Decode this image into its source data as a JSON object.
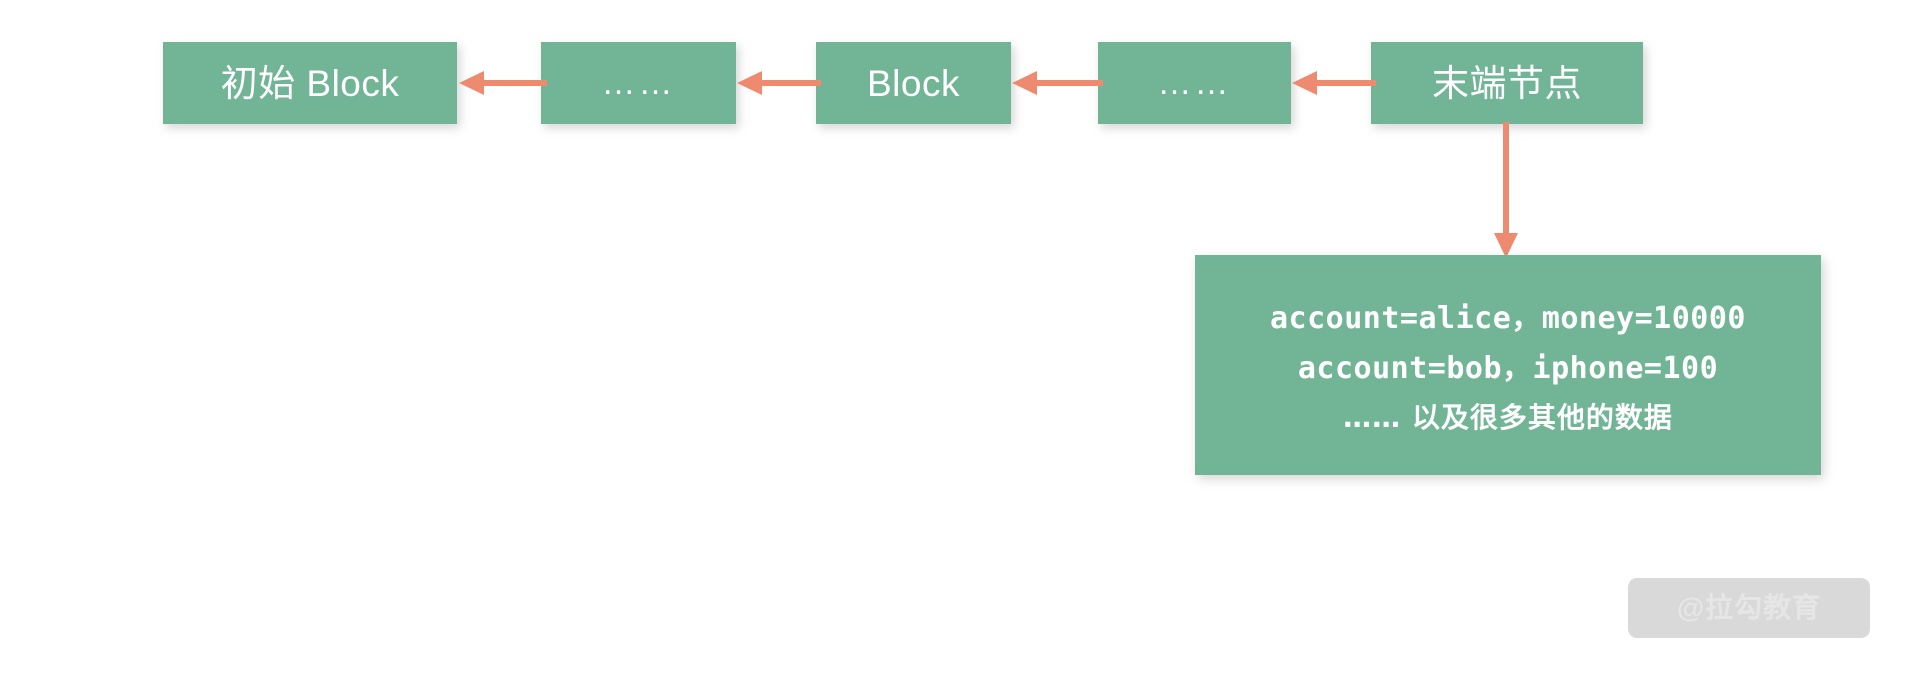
{
  "diagram": {
    "title": "blockchain-linked-list",
    "colors": {
      "node_fill": "#72b596",
      "arrow": "#ed8a70",
      "text": "#ffffff",
      "background": "#ffffff",
      "watermark_bg": "#d9d9d9",
      "watermark_text": "#e6e6e6"
    },
    "chain": {
      "nodes": [
        {
          "id": "genesis",
          "label": "初始 Block",
          "kind": "block"
        },
        {
          "id": "gap-1",
          "label": "……",
          "kind": "ellipsis"
        },
        {
          "id": "block",
          "label": "Block",
          "kind": "block"
        },
        {
          "id": "gap-2",
          "label": "……",
          "kind": "ellipsis"
        },
        {
          "id": "tail",
          "label": "末端节点",
          "kind": "block"
        }
      ],
      "arrows": [
        {
          "id": "arrow-1",
          "from": "gap-1",
          "to": "genesis",
          "direction": "left"
        },
        {
          "id": "arrow-2",
          "from": "block",
          "to": "gap-1",
          "direction": "left"
        },
        {
          "id": "arrow-3",
          "from": "gap-2",
          "to": "block",
          "direction": "left"
        },
        {
          "id": "arrow-4",
          "from": "tail",
          "to": "gap-2",
          "direction": "left"
        },
        {
          "id": "arrow-down",
          "from": "tail",
          "to": "data-box",
          "direction": "down"
        }
      ]
    },
    "data_box": {
      "lines": [
        "account=alice，money=10000",
        "account=bob，iphone=100",
        "…… 以及很多其他的数据"
      ]
    },
    "watermark": {
      "label": "@拉勾教育"
    }
  }
}
